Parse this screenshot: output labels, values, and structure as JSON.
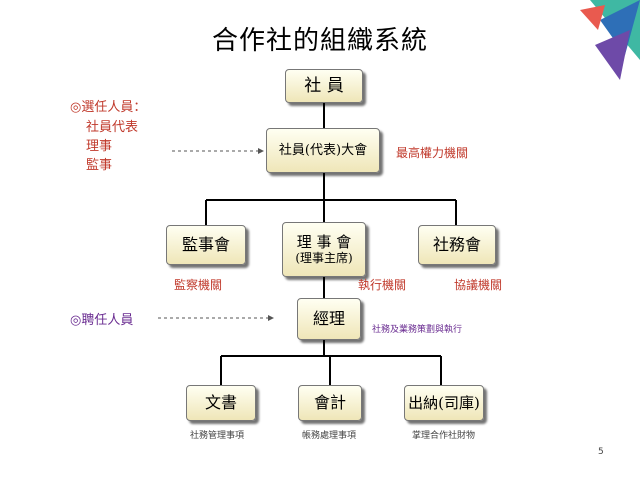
{
  "title": "合作社的組織系統",
  "page_number": "5",
  "nodes": {
    "member": "社 員",
    "assembly": "社員(代表)大會",
    "supervisors": "監事會",
    "board_line1": "理 事 會",
    "board_line2": "(理事主席)",
    "affairs": "社務會",
    "manager": "經理",
    "secretary": "文書",
    "accounting": "會計",
    "cashier": "出納(司庫)"
  },
  "annotations": {
    "elected_title": "◎選任人員：",
    "elected_1": "社員代表",
    "elected_2": "理事",
    "elected_3": "監事",
    "hired": "◎聘任人員",
    "assembly_role": "最高權力機關",
    "supervisors_role": "監察機關",
    "board_role": "執行機關",
    "affairs_role": "協議機關",
    "manager_role": "社務及業務策劃與執行",
    "secretary_role": "社務管理事項",
    "accounting_role": "帳務處理事項",
    "cashier_role": "掌理合作社財物"
  },
  "colors": {
    "role_text": "#c0392b",
    "elected_text": "#c0392b",
    "hired_text": "#6a2c91",
    "box_fill_top": "#fffff2",
    "box_fill_bottom": "#efe6b8"
  }
}
